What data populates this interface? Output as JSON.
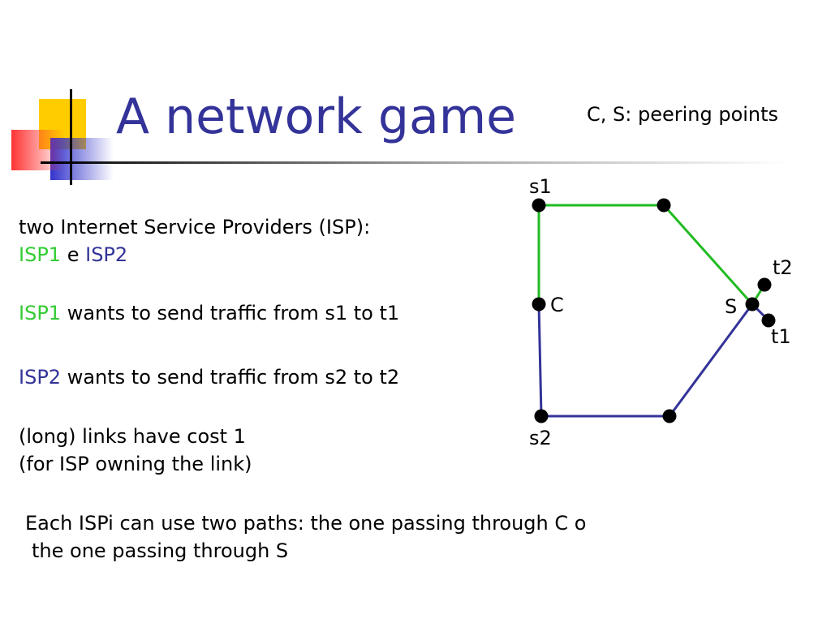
{
  "slide": {
    "title": "A network game",
    "peering_note": "C, S: peering points",
    "isp_intro": "two Internet Service Providers (ISP):",
    "isp1": "ISP1",
    "isp_joiner": "e",
    "isp2": "ISP2",
    "isp1_goal_rest": "wants to send traffic from s1 to t1",
    "isp2_goal_rest": "wants to send traffic from s2 to t2",
    "cost_line1": "(long) links have cost 1",
    "cost_line2": "(for ISP owning the link)",
    "paths_line1": "Each ISPi can use two paths: the one passing through C o",
    "paths_line2": "the one passing through S"
  },
  "graph": {
    "labels": {
      "s1": "s1",
      "s2": "s2",
      "t1": "t1",
      "t2": "t2",
      "C": "C",
      "S": "S"
    },
    "colors": {
      "isp1_edge": "#22bb22",
      "isp2_edge": "#333399",
      "node": "#000000"
    }
  },
  "theme": {
    "title_color": "#333399",
    "isp1_text_color": "#33cc33",
    "isp2_text_color": "#333399"
  }
}
